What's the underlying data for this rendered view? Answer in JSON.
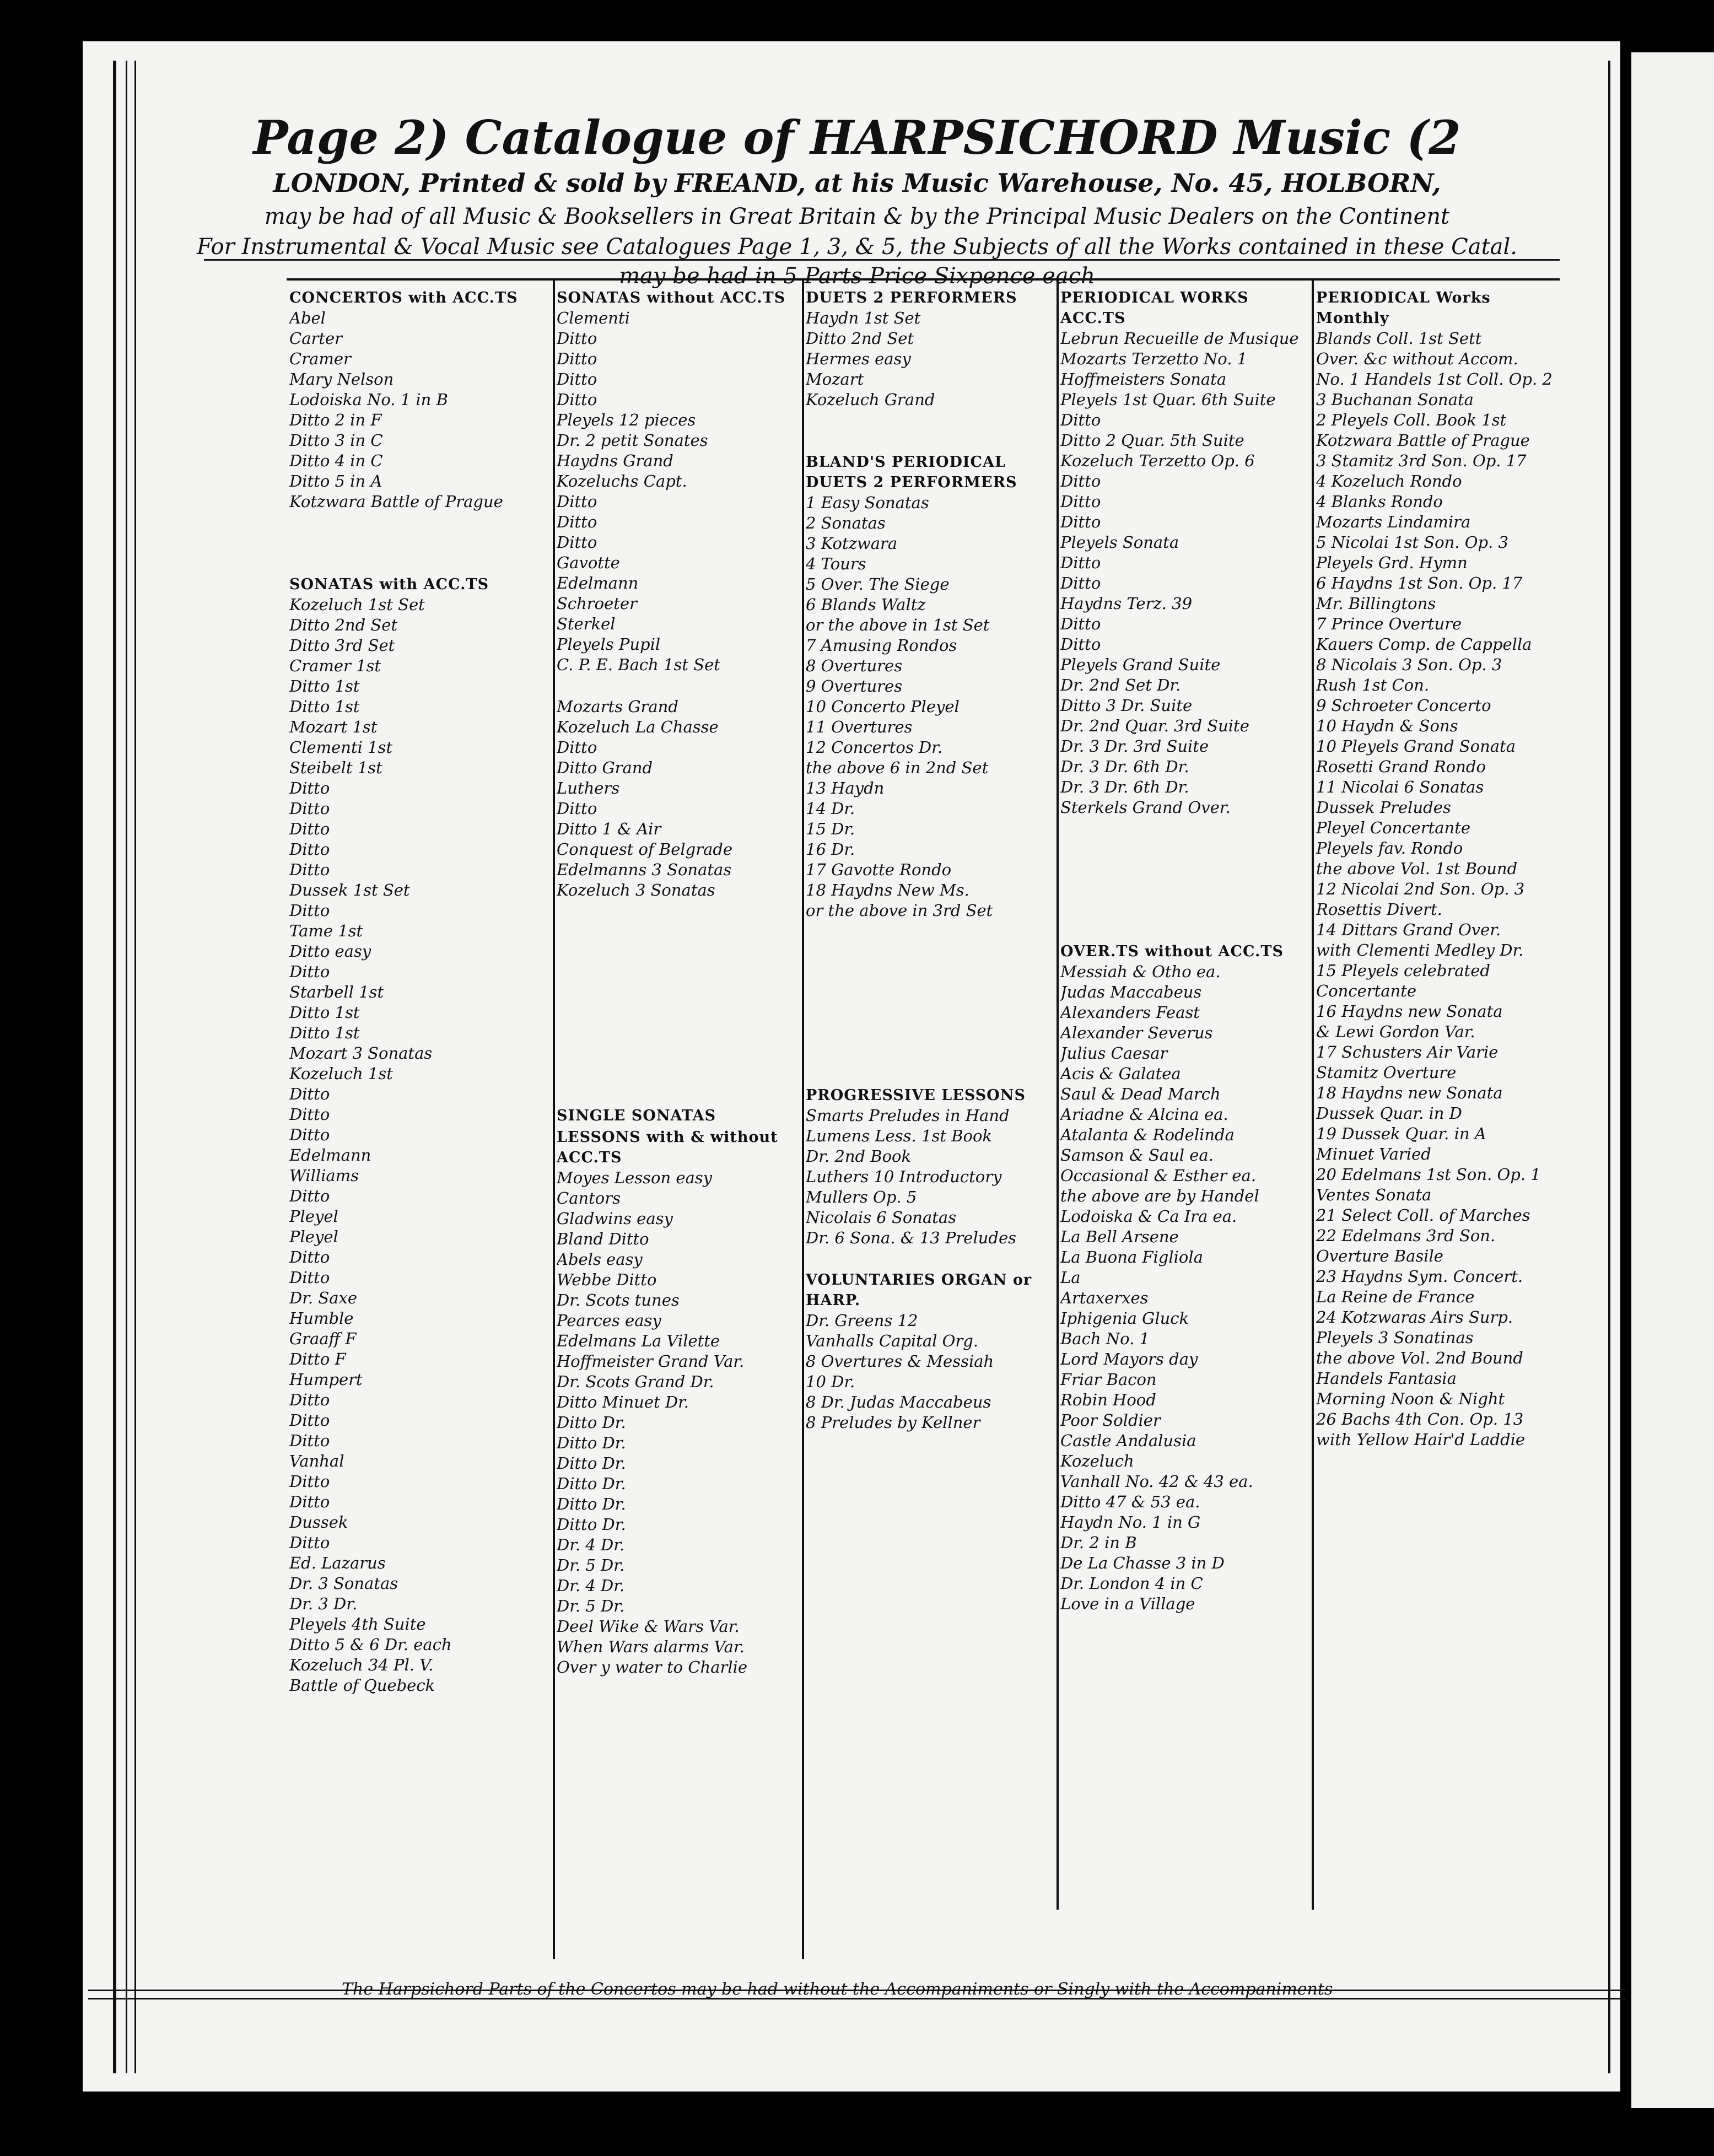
{
  "header": {
    "title": "Page 2) Catalogue of HARPSICHORD Music (2",
    "imprint": "LONDON, Printed & sold by FREAND, at his Music Warehouse, No. 45, HOLBORN,",
    "line3": "may be had of all Music & Booksellers in Great Britain & by the Principal Music Dealers on the Continent",
    "line4": "For Instrumental & Vocal Music see Catalogues Page 1, 3, & 5, the Subjects of all the Works contained in these Catal.",
    "line5": "may be had in 5 Parts  Price Sixpence each"
  },
  "columns": [
    {
      "sections": [
        {
          "heading": "CONCERTOS with ACC.TS",
          "items": [
            {
              "t": "Abel"
            },
            {
              "t": "Carter"
            },
            {
              "t": "Cramer"
            },
            {
              "t": "Mary Nelson"
            },
            {
              "t": "Lodoiska No. 1 in B"
            },
            {
              "t": "Ditto  2 in F"
            },
            {
              "t": "Ditto  3 in C"
            },
            {
              "t": "Ditto  4 in C"
            },
            {
              "t": "Ditto  5 in A"
            },
            {
              "t": "Kotzwara Battle of Prague"
            }
          ]
        },
        {
          "heading": "SONATAS with ACC.TS",
          "items": [
            {
              "t": "Kozeluch 1st Set"
            },
            {
              "t": "Ditto 2nd Set"
            },
            {
              "t": "Ditto 3rd Set"
            },
            {
              "t": "Cramer 1st"
            },
            {
              "t": "Ditto 1st"
            },
            {
              "t": "Ditto 1st"
            },
            {
              "t": "Mozart 1st"
            },
            {
              "t": "Clementi 1st"
            },
            {
              "t": "Steibelt 1st"
            },
            {
              "t": "Ditto"
            },
            {
              "t": "Ditto"
            },
            {
              "t": "Ditto"
            },
            {
              "t": "Ditto"
            },
            {
              "t": "Ditto"
            },
            {
              "t": "Dussek 1st Set"
            },
            {
              "t": "Ditto"
            },
            {
              "t": "Tame 1st"
            },
            {
              "t": "Ditto easy"
            },
            {
              "t": "Ditto"
            },
            {
              "t": "Starbell 1st"
            },
            {
              "t": "Ditto 1st"
            },
            {
              "t": "Ditto 1st"
            },
            {
              "t": "Mozart 3 Sonatas"
            },
            {
              "t": "Kozeluch 1st"
            },
            {
              "t": "Ditto"
            },
            {
              "t": "Ditto"
            },
            {
              "t": "Ditto"
            },
            {
              "t": "Edelmann"
            },
            {
              "t": "Williams"
            },
            {
              "t": "Ditto"
            },
            {
              "t": "Pleyel"
            },
            {
              "t": "Pleyel"
            },
            {
              "t": "Ditto"
            },
            {
              "t": "Ditto"
            },
            {
              "t": "Dr. Saxe"
            },
            {
              "t": "Humble"
            },
            {
              "t": "Graaff F"
            },
            {
              "t": "Ditto F"
            },
            {
              "t": "Humpert"
            },
            {
              "t": "Ditto"
            },
            {
              "t": "Ditto"
            },
            {
              "t": "Ditto"
            },
            {
              "t": "Vanhal"
            },
            {
              "t": "Ditto"
            },
            {
              "t": "Ditto"
            },
            {
              "t": "Dussek"
            },
            {
              "t": "Ditto"
            },
            {
              "t": "Ed. Lazarus"
            },
            {
              "t": "Dr. 3 Sonatas"
            },
            {
              "t": "Dr. 3 Dr."
            },
            {
              "t": "Pleyels 4th Suite"
            },
            {
              "t": "Ditto 5 & 6 Dr. each"
            },
            {
              "t": "Kozeluch 34 Pl. V."
            },
            {
              "t": "Battle of Quebeck"
            }
          ]
        }
      ]
    },
    {
      "sections": [
        {
          "heading": "SONATAS without ACC.TS",
          "items": [
            {
              "t": "Clementi"
            },
            {
              "t": "Ditto"
            },
            {
              "t": "Ditto"
            },
            {
              "t": "Ditto"
            },
            {
              "t": "Ditto"
            },
            {
              "t": "Pleyels 12 pieces"
            },
            {
              "t": "Dr. 2 petit Sonates"
            },
            {
              "t": "Haydns Grand"
            },
            {
              "t": "Kozeluchs Capt."
            },
            {
              "t": "Ditto"
            },
            {
              "t": "Ditto"
            },
            {
              "t": "Ditto"
            },
            {
              "t": "Gavotte"
            },
            {
              "t": "Edelmann"
            },
            {
              "t": "Schroeter"
            },
            {
              "t": "Sterkel"
            },
            {
              "t": "Pleyels Pupil"
            },
            {
              "t": "C. P. E. Bach 1st Set"
            }
          ]
        },
        {
          "heading": "",
          "items": [
            {
              "t": "Mozarts Grand"
            },
            {
              "t": "Kozeluch La Chasse"
            },
            {
              "t": "Ditto"
            },
            {
              "t": "Ditto Grand"
            },
            {
              "t": "Luthers"
            },
            {
              "t": "Ditto"
            },
            {
              "t": "Ditto 1 & Air"
            },
            {
              "t": "Conquest of Belgrade"
            },
            {
              "t": "Edelmanns 3 Sonatas"
            },
            {
              "t": "Kozeluch 3 Sonatas"
            }
          ]
        },
        {
          "heading": "SINGLE SONATAS",
          "items": []
        },
        {
          "heading": "LESSONS with & without ACC.TS",
          "items": [
            {
              "t": "Moyes Lesson easy"
            },
            {
              "t": "Cantors"
            },
            {
              "t": "Gladwins easy"
            },
            {
              "t": "Bland Ditto"
            },
            {
              "t": "Abels easy"
            },
            {
              "t": "Webbe Ditto"
            },
            {
              "t": "Dr. Scots tunes"
            },
            {
              "t": "Pearces easy"
            },
            {
              "t": "Edelmans La Vilette"
            },
            {
              "t": "Hoffmeister Grand Var."
            },
            {
              "t": "Dr. Scots Grand Dr."
            },
            {
              "t": "Ditto Minuet Dr."
            },
            {
              "t": "Ditto Dr."
            },
            {
              "t": "Ditto Dr."
            },
            {
              "t": "Ditto Dr."
            },
            {
              "t": "Ditto Dr."
            },
            {
              "t": "Ditto Dr."
            },
            {
              "t": "Ditto Dr."
            },
            {
              "t": "Dr. 4 Dr."
            },
            {
              "t": "Dr. 5 Dr."
            },
            {
              "t": "Dr. 4 Dr."
            },
            {
              "t": "Dr. 5 Dr."
            },
            {
              "t": "Deel Wike & Wars Var."
            },
            {
              "t": "When Wars alarms Var."
            },
            {
              "t": "Over y water to Charlie"
            }
          ]
        }
      ]
    },
    {
      "sections": [
        {
          "heading": "DUETS 2 PERFORMERS",
          "items": [
            {
              "t": "Haydn 1st Set"
            },
            {
              "t": "Ditto 2nd Set"
            },
            {
              "t": "Hermes easy"
            },
            {
              "t": "Mozart"
            },
            {
              "t": "Kozeluch Grand"
            }
          ]
        },
        {
          "heading": "BLAND'S PERIODICAL DUETS 2 PERFORMERS",
          "items": [
            {
              "t": "1 Easy Sonatas"
            },
            {
              "t": "2 Sonatas"
            },
            {
              "t": "3 Kotzwara"
            },
            {
              "t": "4 Tours"
            },
            {
              "t": "5 Over. The Siege"
            },
            {
              "t": "6 Blands Waltz"
            },
            {
              "t": "or the above in 1st Set"
            },
            {
              "t": "7 Amusing Rondos"
            },
            {
              "t": "8 Overtures"
            },
            {
              "t": "9 Overtures"
            },
            {
              "t": "10 Concerto Pleyel"
            },
            {
              "t": "11 Overtures"
            },
            {
              "t": "12 Concertos Dr."
            },
            {
              "t": "the above 6 in 2nd Set"
            },
            {
              "t": "13 Haydn"
            },
            {
              "t": "14 Dr."
            },
            {
              "t": "15 Dr."
            },
            {
              "t": "16 Dr."
            },
            {
              "t": "17 Gavotte Rondo"
            },
            {
              "t": "18 Haydns New Ms."
            },
            {
              "t": "or the above in 3rd Set"
            }
          ]
        },
        {
          "heading": "PROGRESSIVE LESSONS",
          "items": [
            {
              "t": "Smarts Preludes in Hand"
            },
            {
              "t": "Lumens Less. 1st Book"
            },
            {
              "t": "Dr. 2nd Book"
            },
            {
              "t": "Luthers 10 Introductory"
            },
            {
              "t": "Mullers Op. 5"
            },
            {
              "t": "Nicolais 6 Sonatas"
            },
            {
              "t": "Dr. 6 Sona. & 13 Preludes"
            }
          ]
        },
        {
          "heading": "VOLUNTARIES ORGAN or HARP.",
          "items": [
            {
              "t": "Dr. Greens 12"
            },
            {
              "t": "Vanhalls Capital Org."
            },
            {
              "t": "8 Overtures & Messiah"
            },
            {
              "t": "10 Dr."
            },
            {
              "t": "8 Dr. Judas Maccabeus"
            },
            {
              "t": "8 Preludes by Kellner"
            }
          ]
        }
      ]
    },
    {
      "sections": [
        {
          "heading": "PERIODICAL WORKS ACC.TS",
          "items": [
            {
              "t": "Lebrun Recueille de Musique"
            },
            {
              "t": "Mozarts Terzetto No. 1"
            },
            {
              "t": "Hoffmeisters Sonata"
            },
            {
              "t": "Pleyels 1st Quar. 6th Suite"
            },
            {
              "t": "Ditto"
            },
            {
              "t": "Ditto 2 Quar. 5th Suite"
            },
            {
              "t": "Kozeluch Terzetto Op. 6"
            },
            {
              "t": "Ditto"
            },
            {
              "t": "Ditto"
            },
            {
              "t": "Ditto"
            },
            {
              "t": "Pleyels Sonata"
            },
            {
              "t": "Ditto"
            },
            {
              "t": "Ditto"
            },
            {
              "t": "Haydns Terz. 39"
            },
            {
              "t": "Ditto"
            },
            {
              "t": "Ditto"
            },
            {
              "t": "Pleyels Grand Suite"
            },
            {
              "t": "Dr. 2nd Set Dr."
            },
            {
              "t": "Ditto 3 Dr. Suite"
            },
            {
              "t": "Dr. 2nd Quar. 3rd Suite"
            },
            {
              "t": "Dr. 3 Dr. 3rd Suite"
            },
            {
              "t": "Dr. 3 Dr. 6th Dr."
            },
            {
              "t": "Dr. 3 Dr. 6th Dr."
            },
            {
              "t": "Sterkels Grand Over."
            }
          ]
        },
        {
          "heading": "OVER.TS without ACC.TS",
          "items": [
            {
              "t": "Messiah & Otho ea."
            },
            {
              "t": "Judas Maccabeus"
            },
            {
              "t": "Alexanders Feast"
            },
            {
              "t": "Alexander Severus"
            },
            {
              "t": "Julius Caesar"
            },
            {
              "t": "Acis & Galatea"
            },
            {
              "t": "Saul & Dead March"
            },
            {
              "t": "Ariadne & Alcina ea."
            },
            {
              "t": "Atalanta & Rodelinda"
            },
            {
              "t": "Samson & Saul ea."
            },
            {
              "t": "Occasional & Esther ea."
            },
            {
              "t": "the above are by Handel"
            },
            {
              "t": "Lodoiska & Ca Ira ea."
            },
            {
              "t": "La Bell Arsene"
            },
            {
              "t": "La Buona Figliola"
            },
            {
              "t": "La"
            },
            {
              "t": "Artaxerxes"
            },
            {
              "t": "Iphigenia Gluck"
            },
            {
              "t": "Bach No. 1"
            },
            {
              "t": "Lord Mayors day"
            },
            {
              "t": "Friar Bacon"
            },
            {
              "t": "Robin Hood"
            },
            {
              "t": "Poor Soldier"
            },
            {
              "t": "Castle Andalusia"
            },
            {
              "t": "Kozeluch"
            },
            {
              "t": "Vanhall No. 42 & 43 ea."
            },
            {
              "t": "Ditto 47 & 53 ea."
            },
            {
              "t": "Haydn No. 1 in G"
            },
            {
              "t": "Dr. 2 in B"
            },
            {
              "t": "De La Chasse 3 in D"
            },
            {
              "t": "Dr. London 4 in C"
            },
            {
              "t": "Love in a Village"
            }
          ]
        }
      ]
    },
    {
      "sections": [
        {
          "heading": "PERIODICAL Works Monthly",
          "items": [
            {
              "t": "Blands Coll. 1st Sett"
            },
            {
              "t": "Over. &c without Accom."
            },
            {
              "t": "No. 1 Handels 1st Coll. Op. 2"
            },
            {
              "t": "3 Buchanan Sonata"
            },
            {
              "t": "2 Pleyels Coll. Book 1st"
            },
            {
              "t": "Kotzwara Battle of Prague"
            },
            {
              "t": "3 Stamitz 3rd Son. Op. 17"
            },
            {
              "t": "4 Kozeluch Rondo"
            },
            {
              "t": "4 Blanks Rondo"
            },
            {
              "t": "Mozarts Lindamira"
            },
            {
              "t": "5 Nicolai 1st Son. Op. 3"
            },
            {
              "t": "Pleyels Grd. Hymn"
            },
            {
              "t": "6 Haydns 1st Son. Op. 17"
            },
            {
              "t": "Mr. Billingtons"
            },
            {
              "t": "7 Prince Overture"
            },
            {
              "t": "Kauers Comp. de Cappella"
            },
            {
              "t": "8 Nicolais 3 Son. Op. 3"
            },
            {
              "t": "Rush 1st Con."
            },
            {
              "t": "9 Schroeter Concerto"
            },
            {
              "t": "10 Haydn & Sons"
            },
            {
              "t": "10 Pleyels Grand Sonata"
            },
            {
              "t": "Rosetti Grand Rondo"
            },
            {
              "t": "11 Nicolai 6 Sonatas"
            },
            {
              "t": "Dussek Preludes"
            },
            {
              "t": "Pleyel Concertante"
            },
            {
              "t": "Pleyels fav. Rondo"
            },
            {
              "t": "the above Vol. 1st Bound"
            },
            {
              "t": "12 Nicolai 2nd Son. Op. 3"
            },
            {
              "t": "Rosettis Divert."
            },
            {
              "t": "14 Dittars Grand Over."
            },
            {
              "t": "with Clementi Medley Dr."
            },
            {
              "t": "15 Pleyels celebrated"
            },
            {
              "t": "Concertante"
            },
            {
              "t": "16 Haydns new Sonata"
            },
            {
              "t": "& Lewi Gordon Var."
            },
            {
              "t": "17 Schusters Air Varie"
            },
            {
              "t": "Stamitz Overture"
            },
            {
              "t": "18 Haydns new Sonata"
            },
            {
              "t": "Dussek Quar. in D"
            },
            {
              "t": "19 Dussek Quar. in A"
            },
            {
              "t": "Minuet Varied"
            },
            {
              "t": "20 Edelmans 1st Son. Op. 1"
            },
            {
              "t": "Ventes Sonata"
            },
            {
              "t": "21 Select Coll. of Marches"
            },
            {
              "t": "22 Edelmans 3rd Son."
            },
            {
              "t": "Overture Basile"
            },
            {
              "t": "23 Haydns Sym. Concert."
            },
            {
              "t": "La Reine de France"
            },
            {
              "t": "24 Kotzwaras Airs Surp."
            },
            {
              "t": "Pleyels 3 Sonatinas"
            },
            {
              "t": "the above Vol. 2nd Bound"
            },
            {
              "t": "Handels Fantasia"
            },
            {
              "t": "Morning Noon & Night"
            },
            {
              "t": "26 Bachs 4th Con. Op. 13"
            },
            {
              "t": "with Yellow Hair'd Laddie"
            }
          ]
        }
      ]
    }
  ],
  "footer": {
    "text": "The Harpsichord Parts of the Concertos may be had without the Accompaniments or Singly with the Accompaniments"
  }
}
